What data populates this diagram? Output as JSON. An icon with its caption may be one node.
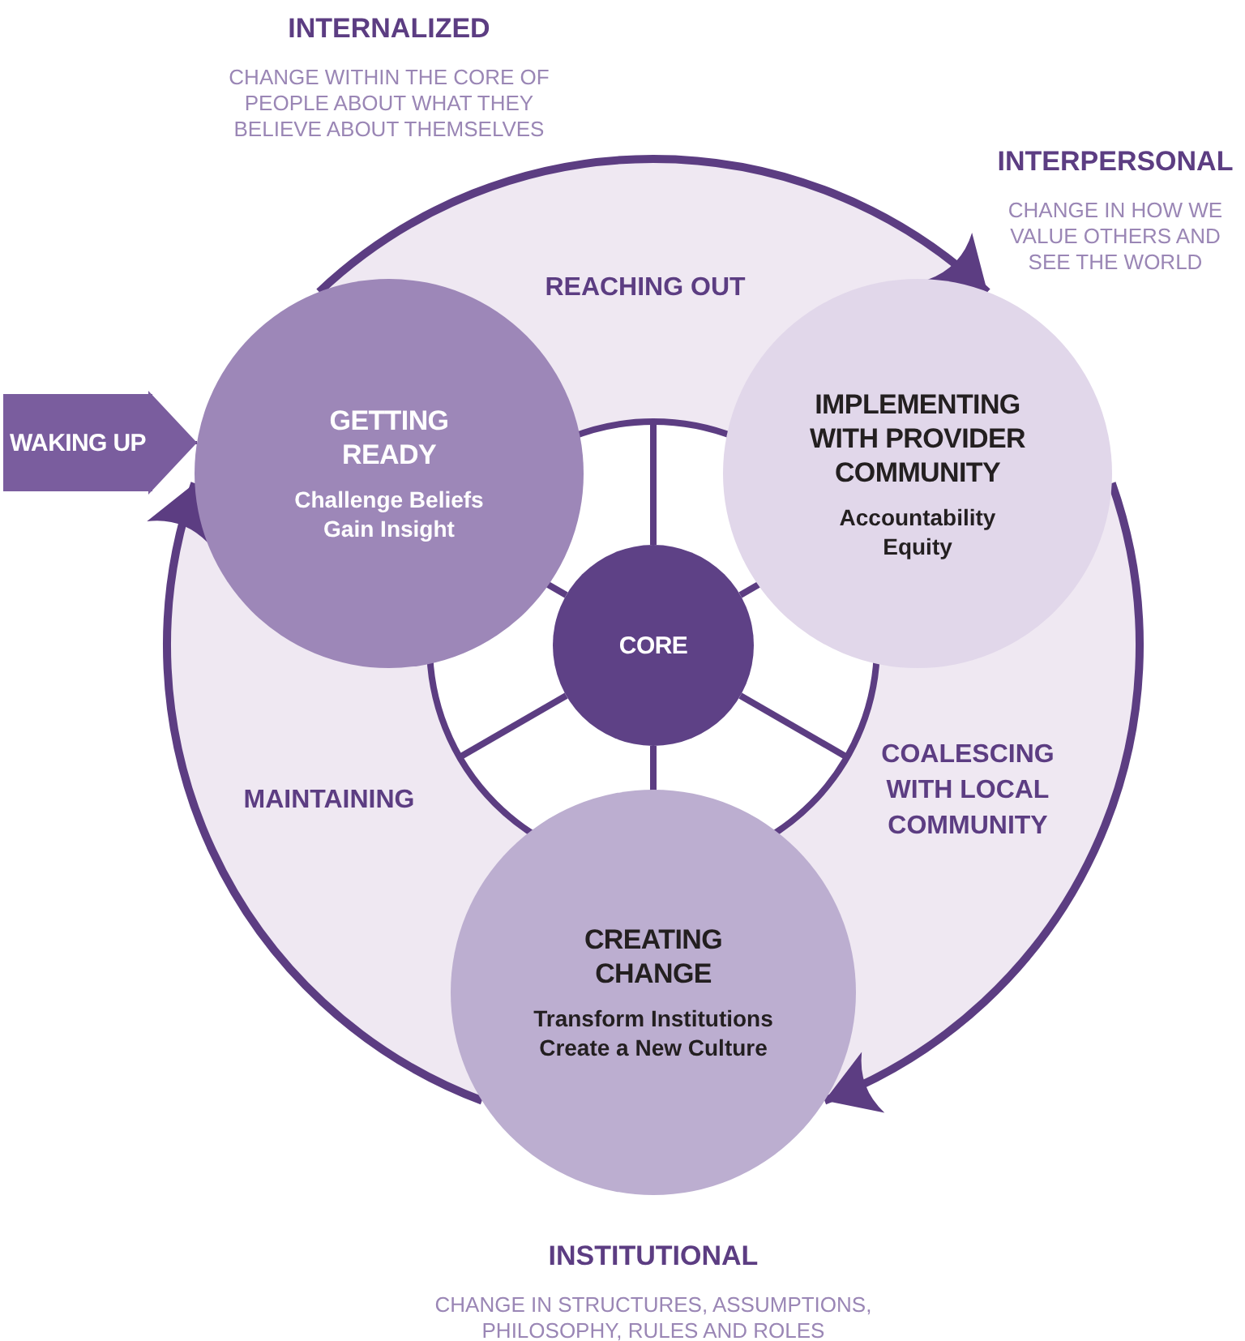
{
  "diagram": {
    "nodes": [
      {
        "text": [
          "WAKING UP"
        ]
      },
      {
        "text": [
          "GETTING READY",
          "Challenge Beliefs Gain Insight"
        ],
        "beside": [
          "INTERNALIZED",
          "CHANGE WITHIN THE CORE OF PEOPLE ABOUT WHAT THEY BELIEVE ABOUT THEMSELVES"
        ]
      },
      {
        "text": [
          "IMPLEMENTING WITH PROVIDER COMMUNITY",
          "Accountability Equity"
        ],
        "beside": [
          "INTERPERSONAL",
          "CHANGE IN HOW WE VALUE OTHERS AND SEE THE WORLD"
        ]
      },
      {
        "text": [
          "CREATING CHANGE",
          "Transform Institutions Create a New Culture"
        ],
        "beside": [
          "INSTITUTIONAL",
          "CHANGE IN STRUCTURES, ASSUMPTIONS, PHILOSOPHY, RULES AND ROLES"
        ]
      },
      {
        "text": [
          "CORE"
        ]
      }
    ],
    "edges": [
      {
        "from": 0,
        "to": 1,
        "arrow": "to"
      },
      {
        "from": 1,
        "to": 2,
        "arrow": "to",
        "label": "REACHING OUT"
      },
      {
        "from": 2,
        "to": 3,
        "arrow": "to",
        "label": "COALESCING WITH LOCAL COMMUNITY"
      },
      {
        "from": 3,
        "to": 1,
        "arrow": "to",
        "label": "MAINTAINING"
      }
    ]
  }
}
